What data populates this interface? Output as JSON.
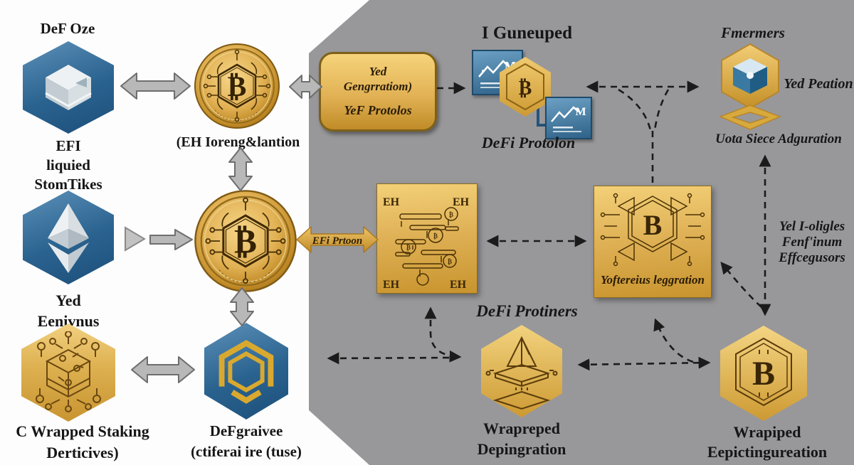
{
  "glyphs": {
    "btc": "₿",
    "b_serif": "B"
  },
  "colors": {
    "gray_bg": "#98989b",
    "gold": "#d8a842",
    "gold_dark": "#a97c1f",
    "blue": "#2f6b99",
    "arrow_gray": "#b8b8b8",
    "ink": "#1b1b1b"
  },
  "left_column": {
    "defi_one": {
      "title": "DeF Oze",
      "label_lines": [
        "EFI",
        "liquied",
        "StomTikes"
      ]
    },
    "eth": {
      "label_lines": [
        "Yed",
        "Eenivnus"
      ]
    },
    "wrapped_staking": {
      "label_lines": [
        "C Wrapped Staking",
        "Derticives)"
      ]
    }
  },
  "coin_column": {
    "coin_top_label": "(EH Ioreng&lantion",
    "defi_derivative": {
      "label_lines": [
        "DeFgraivee",
        "(ctiferai ire (tuse)"
      ]
    }
  },
  "flow_panel": {
    "yield_box": {
      "lines": [
        "Yed",
        "Gengrratiom)",
        "YeF Protolos"
      ]
    },
    "grouped": {
      "title": "I Guneuped",
      "caption": "DeFi Protolon",
      "chart_glyph": "M"
    },
    "farmers": {
      "title": "Fmermers",
      "side_label": "Yed Peation",
      "caption": "Uota Siece Adguration"
    },
    "eh_square": {
      "corner": "EH"
    },
    "efi_arrow_label": "EFi Prtoon",
    "integration_square": {
      "caption": "Yoftereius leggration"
    },
    "right_text_lines": [
      "Yel I-oligles",
      "Fenf'inum",
      "Effcegusors"
    ],
    "partners_caption": "DeFi Protiners",
    "wrapped_depingration": {
      "label_lines": [
        "Wrapreped",
        "Depingration"
      ]
    },
    "wrapped_bitcoin": {
      "label_lines": [
        "Wrapiped",
        "Eepictingureation"
      ]
    }
  }
}
